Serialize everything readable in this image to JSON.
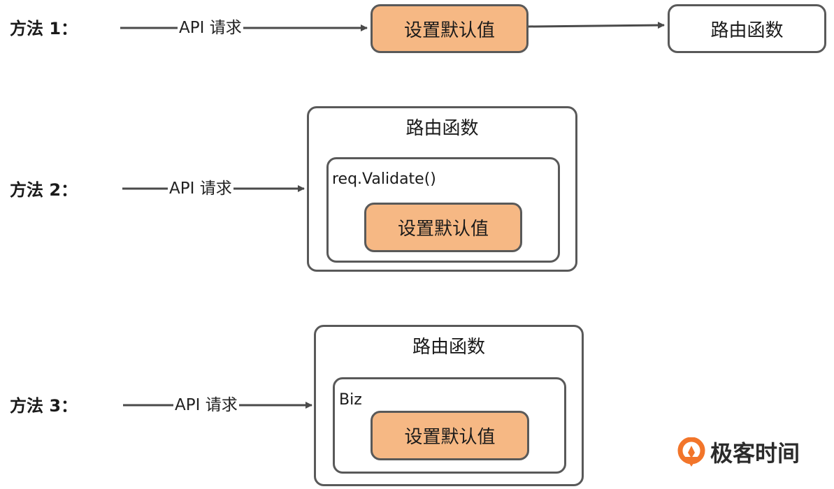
{
  "rows": [
    {
      "method_label": "方法 1：",
      "request_label": "API 请求",
      "default_box": "设置默认值",
      "route_box": "路由函数"
    },
    {
      "method_label": "方法 2：",
      "request_label": "API 请求",
      "outer_title": "路由函数",
      "inner_label": "req.Validate()",
      "default_box": "设置默认值"
    },
    {
      "method_label": "方法 3：",
      "request_label": "API 请求",
      "outer_title": "路由函数",
      "inner_label": "Biz",
      "default_box": "设置默认值"
    }
  ],
  "watermark": {
    "text": "极客时间",
    "icon": "geektime-logo-icon",
    "accent_color": "#f2752a"
  },
  "colors": {
    "box_fill": "#f6b884",
    "stroke": "#595959"
  }
}
